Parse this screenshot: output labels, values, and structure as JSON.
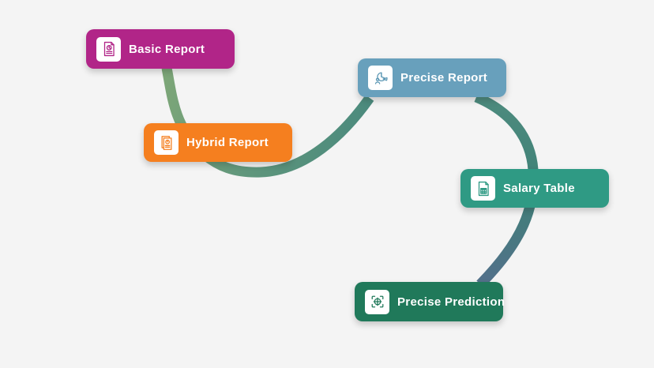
{
  "page": {
    "background": "#f4f4f4"
  },
  "diagram": {
    "type": "mindmap-flow",
    "nodes": [
      {
        "id": "basic-report",
        "label": "Basic Report",
        "color": "#b12588",
        "icon": "report-document-icon"
      },
      {
        "id": "hybrid-report",
        "label": "Hybrid Report",
        "color": "#f57f1f",
        "icon": "stacked-documents-icon"
      },
      {
        "id": "precise-report",
        "label": "Precise Report",
        "color": "#68a0bc",
        "icon": "pie-chart-person-icon"
      },
      {
        "id": "salary-table",
        "label": "Salary Table",
        "color": "#2f9a84",
        "icon": "table-document-icon"
      },
      {
        "id": "precise-prediction",
        "label": "Precise Prediction",
        "color": "#20795a",
        "icon": "target-focus-icon"
      }
    ],
    "connectors": [
      {
        "id": "basic-to-precise-report",
        "from": "basic-report",
        "to": "precise-report",
        "stops": [
          "#7da678",
          "#5f967c",
          "#4b8a7d"
        ]
      },
      {
        "id": "precise-report-to-precise-prediction",
        "from": "precise-report",
        "to": "precise-prediction",
        "stops": [
          "#4d8b7e",
          "#3f8177",
          "#53708b"
        ]
      }
    ]
  }
}
